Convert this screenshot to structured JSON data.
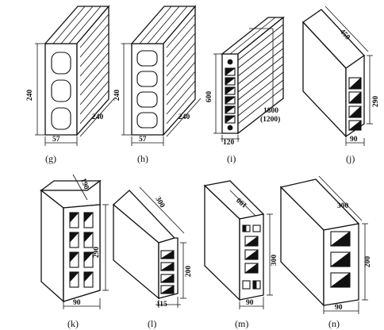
{
  "figures": [
    {
      "caption": "(g)",
      "dims": [
        "240",
        "240",
        "57"
      ]
    },
    {
      "caption": "(h)",
      "dims": [
        "240",
        "240",
        "57"
      ]
    },
    {
      "caption": "(i)",
      "dims": [
        "600",
        "1800",
        "(1200)",
        "120"
      ]
    },
    {
      "caption": "(j)",
      "dims": [
        "450",
        "290",
        "90"
      ]
    },
    {
      "caption": "(k)",
      "dims": [
        "190",
        "290",
        "90"
      ]
    },
    {
      "caption": "(l)",
      "dims": [
        "300",
        "200",
        "115"
      ]
    },
    {
      "caption": "(m)",
      "dims": [
        "190",
        "300",
        "90"
      ]
    },
    {
      "caption": "(n)",
      "dims": [
        "300",
        "200",
        "90"
      ]
    }
  ]
}
